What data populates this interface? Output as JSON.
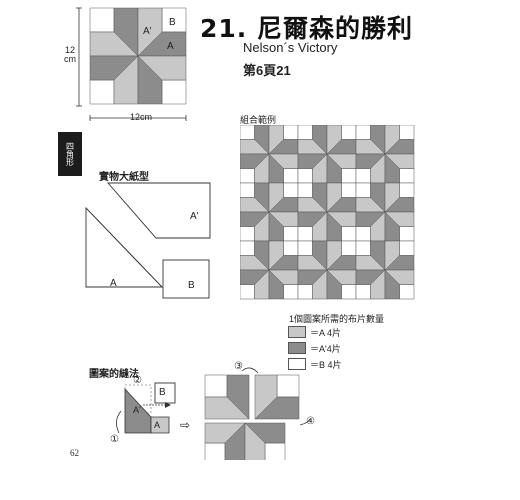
{
  "title": "21. 尼爾森的勝利",
  "subtitle": "Nelson´s Victory",
  "page_ref": "第6頁21",
  "side_tab": "四角形",
  "block": {
    "size_h": "12cm",
    "size_v": "12\ncm",
    "label_a": "A",
    "label_a_prime": "A'",
    "label_b": "B"
  },
  "template": {
    "heading": "實物大紙型",
    "piece_a_prime": "A'",
    "piece_a": "A",
    "piece_b": "B"
  },
  "combo": {
    "heading": "組合範例"
  },
  "legend": {
    "heading": "1個圖案所需的布片數量",
    "items": [
      {
        "text": "＝A 4片",
        "color": "#c8c8c8"
      },
      {
        "text": "＝A'4片",
        "color": "#8c8c8c"
      },
      {
        "text": "＝B 4片",
        "color": "#ffffff"
      }
    ]
  },
  "method": {
    "heading": "圖案的縫法",
    "step1": "①",
    "step2": "②",
    "step3": "③",
    "step4": "④",
    "label_a": "A",
    "label_a_prime": "A'",
    "label_b": "B",
    "arrow": "⇨"
  },
  "page_number": "62",
  "colors": {
    "light": "#c8c8c8",
    "dark": "#8c8c8c",
    "white": "#ffffff",
    "line": "#555555"
  }
}
